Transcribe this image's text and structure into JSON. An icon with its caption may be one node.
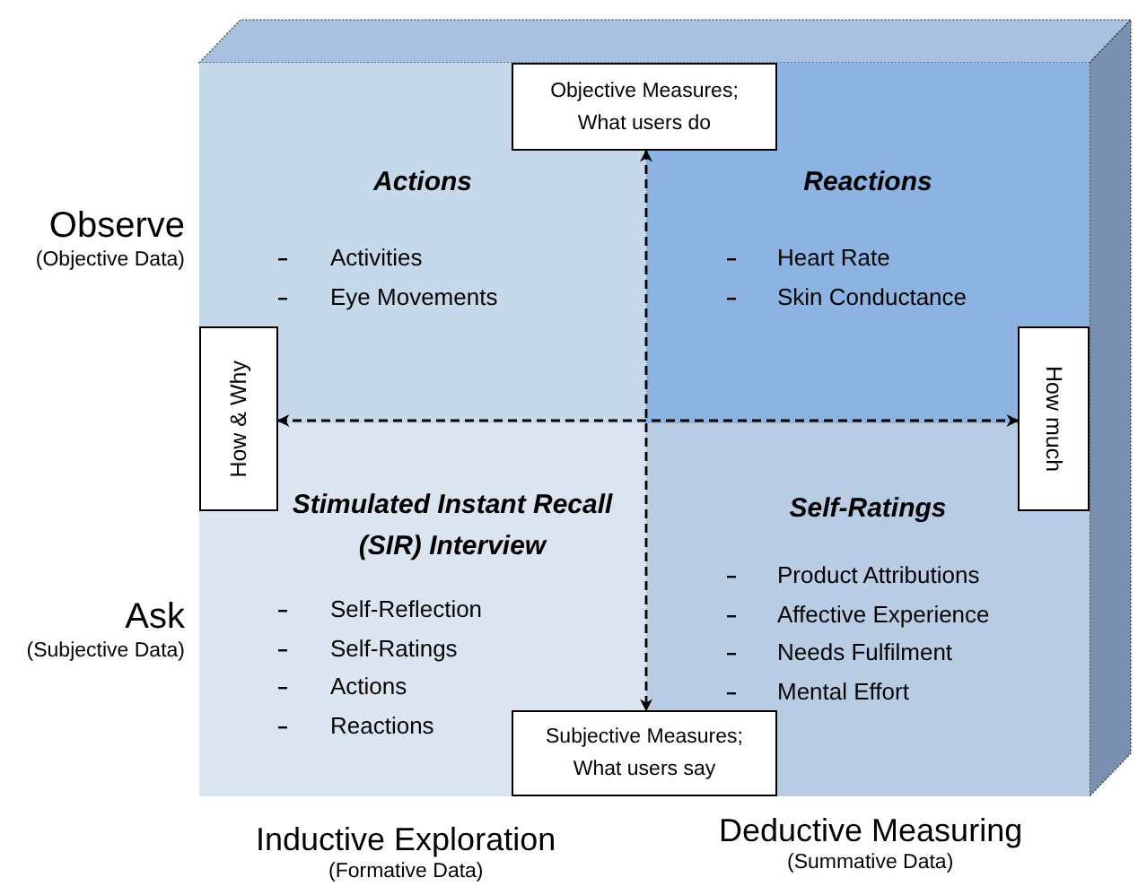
{
  "diagram": {
    "nodes": [
      {
        "text": [
          "Actions",
          "Activities",
          "Eye Movements"
        ]
      },
      {
        "text": [
          "Reactions",
          "Heart Rate",
          "Skin Conductance"
        ]
      },
      {
        "text": [
          "Stimulated Instant Recall (SIR) Interview",
          "Self-Reflection",
          "Self-Ratings",
          "Actions",
          "Reactions"
        ]
      },
      {
        "text": [
          "Self-Ratings",
          "Product Attributions",
          "Affective Experience",
          "Needs Fulfilment",
          "Mental Effort"
        ]
      },
      {
        "text": [
          "Objective Measures; What users do"
        ]
      },
      {
        "text": [
          "Subjective Measures; What users say"
        ]
      },
      {
        "text": [
          "How & Why"
        ]
      },
      {
        "text": [
          "How much"
        ]
      }
    ],
    "edges": [
      {
        "from": 4,
        "to": 5,
        "arrow": "both",
        "style": "dashed"
      },
      {
        "from": 6,
        "to": 7,
        "arrow": "both",
        "style": "dashed"
      }
    ],
    "labels": [
      "Observe",
      "(Objective Data)",
      "Ask",
      "(Subjective Data)",
      "Inductive Exploration",
      "(Formative Data)",
      "Deductive Measuring",
      "(Summative Data)"
    ]
  }
}
